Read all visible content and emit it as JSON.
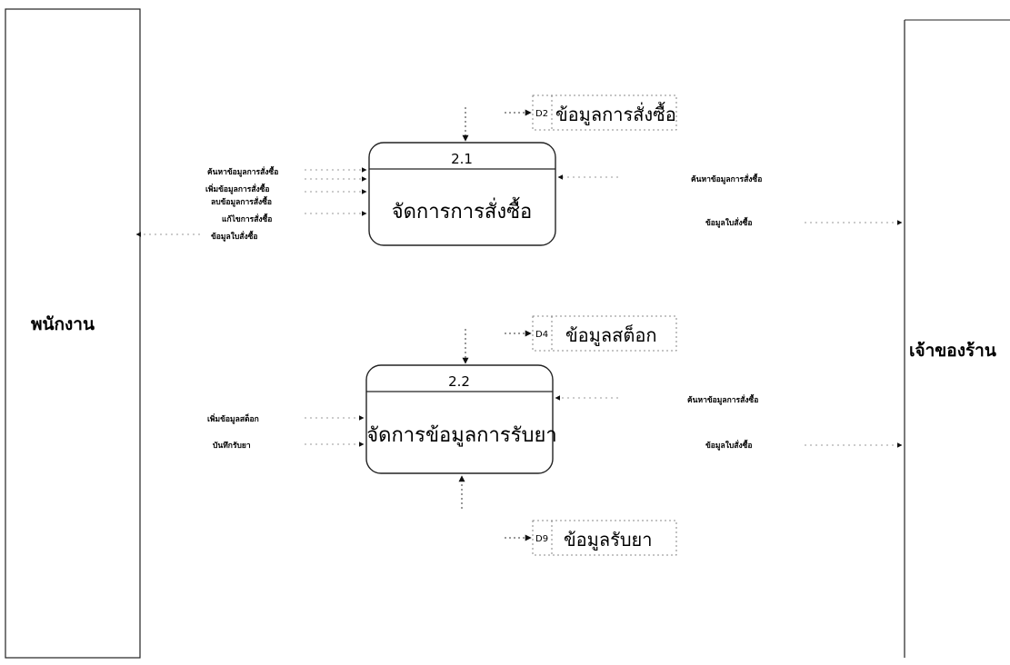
{
  "entities": {
    "left": "พนักงาน",
    "right": "เจ้าของร้าน"
  },
  "processes": [
    {
      "id": "2.1",
      "name": "จัดการการสั่งซื้อ"
    },
    {
      "id": "2.2",
      "name": "จัดการข้อมูลการรับยา"
    }
  ],
  "stores": [
    {
      "id": "D2",
      "name": "ข้อมูลการสั่งซื้อ"
    },
    {
      "id": "D4",
      "name": "ข้อมูลสต็อก"
    },
    {
      "id": "D9",
      "name": "ข้อมูลรับยา"
    }
  ],
  "flows_left_p1": [
    "ค้นหาข้อมูลการสั่งซื้อ",
    "เพิ่มข้อมูลการสั่งซื้อ",
    "ลบข้อมูลการสั่งซื้อ",
    "แก้ไขการสั่งซื้อ",
    "ข้อมูลใบสั่งซื้อ"
  ],
  "flows_right_p1": [
    "ค้นหาข้อมูลการสั่งซื้อ",
    "ข้อมูลใบสั่งซื้อ"
  ],
  "flows_left_p2": [
    "เพิ่มข้อมูลสต็อก",
    "บันทึกรับยา"
  ],
  "flows_right_p2": [
    "ค้นหาข้อมูลการสั่งซื้อ",
    "ข้อมูลใบสั่งซื้อ"
  ]
}
